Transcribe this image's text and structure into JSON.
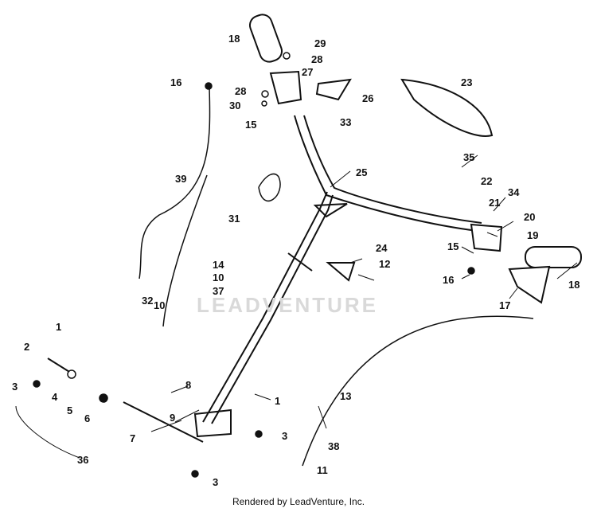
{
  "diagram": {
    "watermark": "LEADVENTURE",
    "footer": "Rendered by LeadVenture, Inc.",
    "callouts": [
      "1",
      "2",
      "3",
      "4",
      "5",
      "6",
      "7",
      "8",
      "9",
      "10",
      "11",
      "12",
      "13",
      "14",
      "15",
      "16",
      "17",
      "18",
      "19",
      "20",
      "21",
      "22",
      "23",
      "24",
      "25",
      "26",
      "27",
      "28",
      "29",
      "30",
      "31",
      "32",
      "33",
      "34",
      "35",
      "36",
      "37",
      "38",
      "39"
    ]
  }
}
